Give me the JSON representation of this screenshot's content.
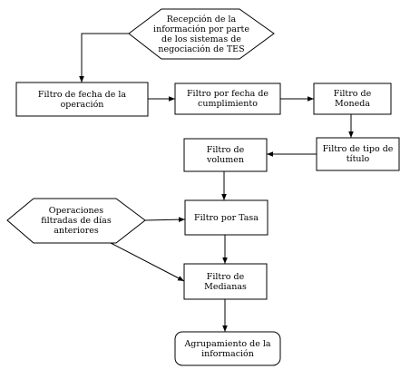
{
  "nodes": {
    "recepcion": {
      "label": "Recepción de la\ninformación por parte\nde los sistemas de\nnegociación de TES"
    },
    "filtro_fecha_operacion": {
      "label": "Filtro de fecha de la\noperación"
    },
    "filtro_fecha_cumplimiento": {
      "label": "Filtro por fecha de\ncumplimiento"
    },
    "filtro_moneda": {
      "label": "Filtro de\nMoneda"
    },
    "filtro_tipo_titulo": {
      "label": "Filtro de tipo de\ntítulo"
    },
    "filtro_volumen": {
      "label": "Filtro de\nvolumen"
    },
    "operaciones_filtradas": {
      "label": "Operaciones\nfiltradas de días\nanteriores"
    },
    "filtro_tasa": {
      "label": "Filtro por Tasa"
    },
    "filtro_medianas": {
      "label": "Filtro de\nMedianas"
    },
    "agrupamiento": {
      "label": "Agrupamiento de la\ninformación"
    }
  }
}
